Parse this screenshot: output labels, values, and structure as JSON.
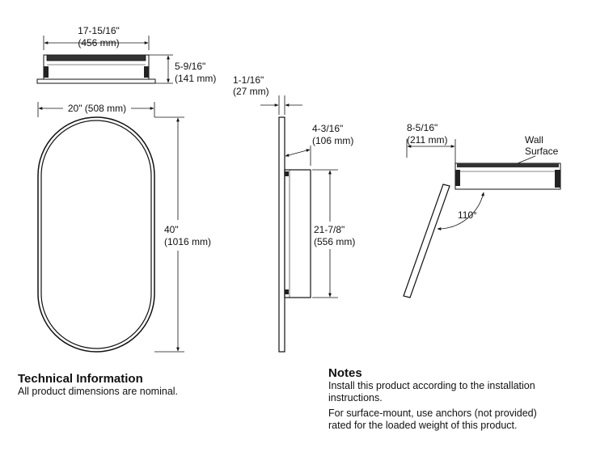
{
  "dimensions": {
    "top_width": [
      "17-15/16\"",
      "(456 mm)"
    ],
    "top_depth": [
      "5-9/16\"",
      "(141 mm)"
    ],
    "front_width": "20\" (508 mm)",
    "front_height": [
      "40\"",
      "(1016 mm)"
    ],
    "side_frame_depth": [
      "1-1/16\"",
      "(27 mm)"
    ],
    "side_box_depth": [
      "4-3/16\"",
      "(106 mm)"
    ],
    "side_box_height": [
      "21-7/8\"",
      "(556 mm)"
    ],
    "open_projection": [
      "8-5/16\"",
      "(211 mm)"
    ],
    "wall_label": [
      "Wall",
      "Surface"
    ],
    "open_angle": "110°"
  },
  "technical": {
    "title": "Technical Information",
    "text": "All product dimensions are nominal."
  },
  "notes": {
    "title": "Notes",
    "line1": "Install this product according to the installation",
    "line2": "instructions.",
    "line3": "For surface-mount, use anchors (not provided)",
    "line4": "rated for the loaded weight of this product."
  }
}
